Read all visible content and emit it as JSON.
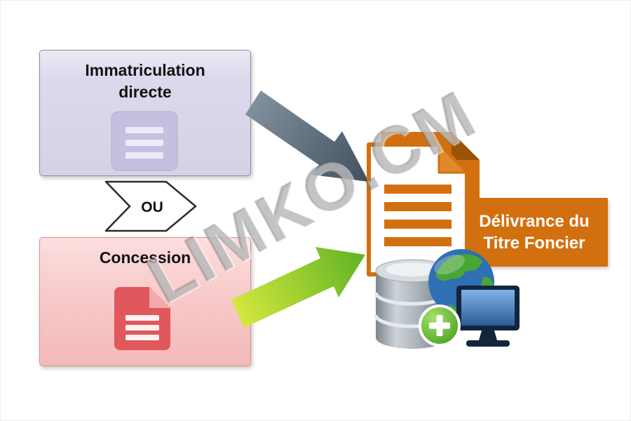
{
  "diagram": {
    "watermark": "LIMKO.CM",
    "nodes": {
      "immatriculation": {
        "line1": "Immatriculation",
        "line2": "directe",
        "fill": "#d5d2e6",
        "icon": "document-icon"
      },
      "ou_connector": {
        "label": "OU"
      },
      "concession": {
        "label": "Concession",
        "fill": "#f3b9b9",
        "icon": "document-icon"
      },
      "titre_foncier_document": {
        "icon": "document-icon",
        "color": "#d2700f"
      },
      "delivrance": {
        "line1": "Délivrance du",
        "line2": "Titre Foncier",
        "fill": "#d2700f"
      },
      "registry_system": {
        "icons": [
          "database-icon",
          "globe-icon",
          "monitor-icon",
          "add-icon"
        ]
      }
    },
    "arrows": [
      {
        "name": "immatriculation-to-titre",
        "color": "#4a5866",
        "direction": "down-right"
      },
      {
        "name": "concession-to-titre",
        "color": "#64b324",
        "direction": "up-right"
      }
    ]
  }
}
